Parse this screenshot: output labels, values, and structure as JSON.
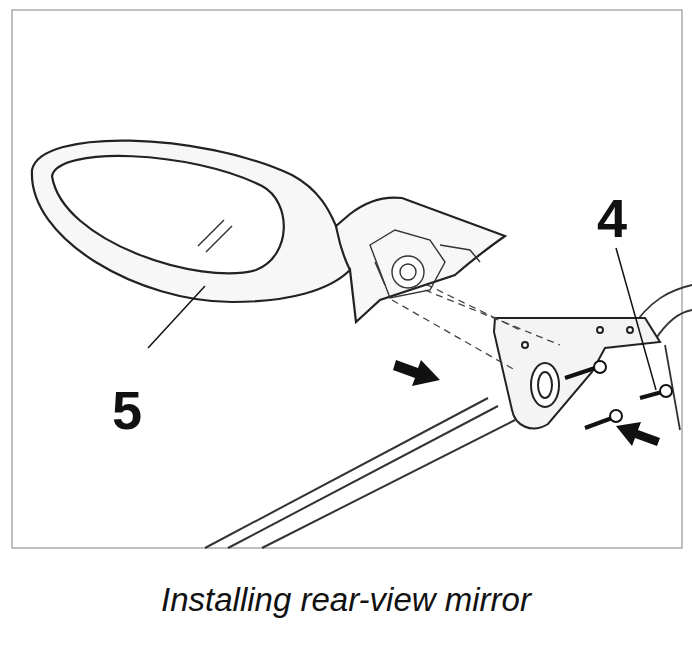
{
  "diagram": {
    "caption": "Installing rear-view mirror",
    "labels": [
      "5",
      "4"
    ]
  }
}
